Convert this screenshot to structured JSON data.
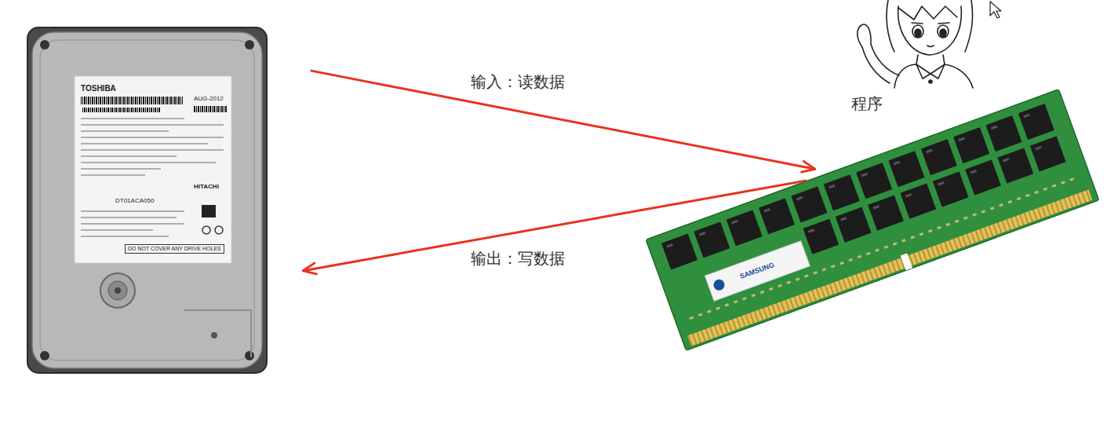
{
  "diagram": {
    "nodes": [
      {
        "text": [
          "TOSHIBA",
          "AUG-2012",
          "HITACHI",
          "DT01ACA050",
          "DO NOT COVER ANY DRIVE HOLES"
        ]
      },
      {
        "text": [
          "程序"
        ]
      },
      {
        "text": [
          "SAMSUNG"
        ]
      }
    ],
    "edges": [
      {
        "from": 0,
        "to": 2,
        "arrow": "to",
        "label": "输入：读数据"
      },
      {
        "from": 2,
        "to": 0,
        "arrow": "to",
        "label": "输出：写数据"
      }
    ]
  }
}
